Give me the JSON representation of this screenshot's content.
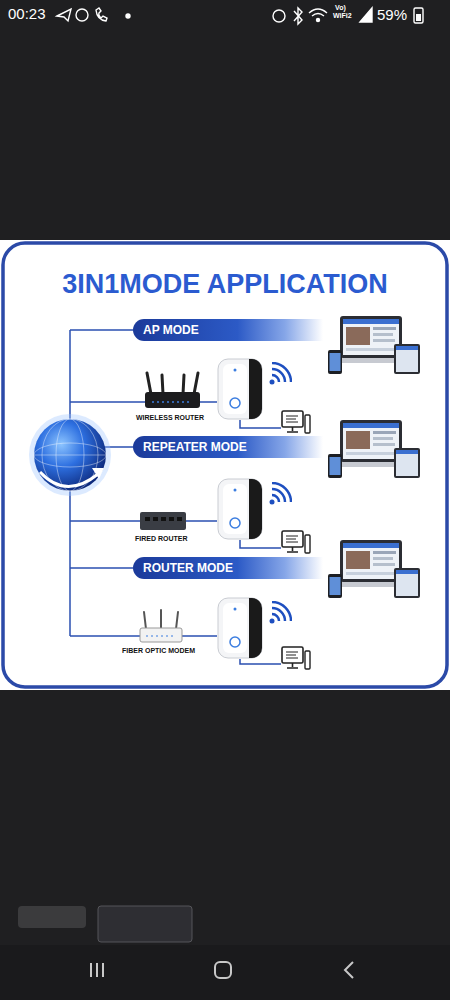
{
  "diagram": {
    "title": "3IN1MODE APPLICATION",
    "nodes": [
      {
        "text": [
          "AP MODE"
        ]
      },
      {
        "text": [
          "WIRELESS ROUTER"
        ]
      },
      {
        "text": [
          "REPEATER MODE"
        ]
      },
      {
        "text": [
          "FIRED ROUTER"
        ]
      },
      {
        "text": [
          "ROUTER MODE"
        ]
      },
      {
        "text": [
          "FIBER OPTIC MODEM"
        ]
      }
    ],
    "labels": [
      "00:23",
      "Vo)",
      "WiFi2",
      "59%"
    ]
  }
}
